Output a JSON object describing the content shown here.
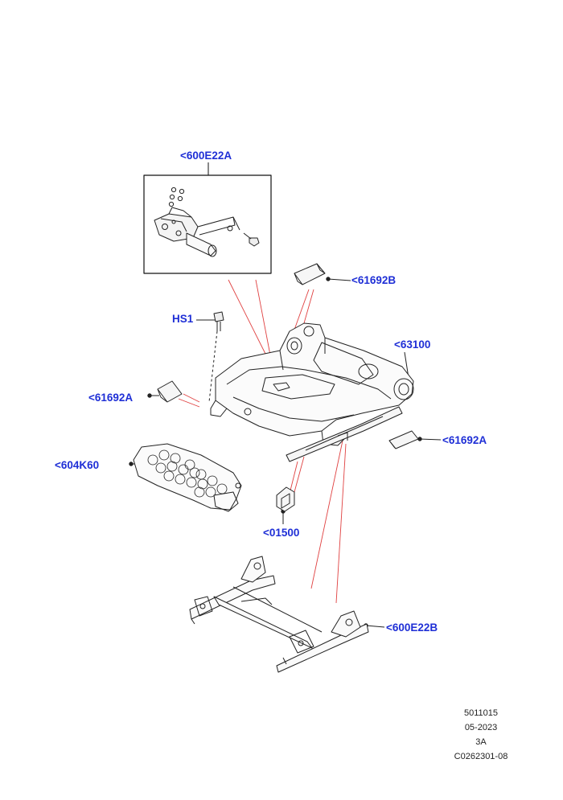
{
  "callouts": {
    "c600E22A": "<600E22A",
    "c61692B": "<61692B",
    "cHS1": "HS1",
    "c63100": "<63100",
    "c61692A_left": "<61692A",
    "c61692A_right": "<61692A",
    "c604K60": "<604K60",
    "c01500": "<01500",
    "c600E22B": "<600E22B"
  },
  "footer": {
    "line1": "5011015",
    "line2": "05-2023",
    "line3": "3A",
    "line4": "C0262301-08"
  },
  "colors": {
    "callout_text": "#1f2fd6",
    "leader_line": "#e04040",
    "drawing_line": "#222222"
  }
}
